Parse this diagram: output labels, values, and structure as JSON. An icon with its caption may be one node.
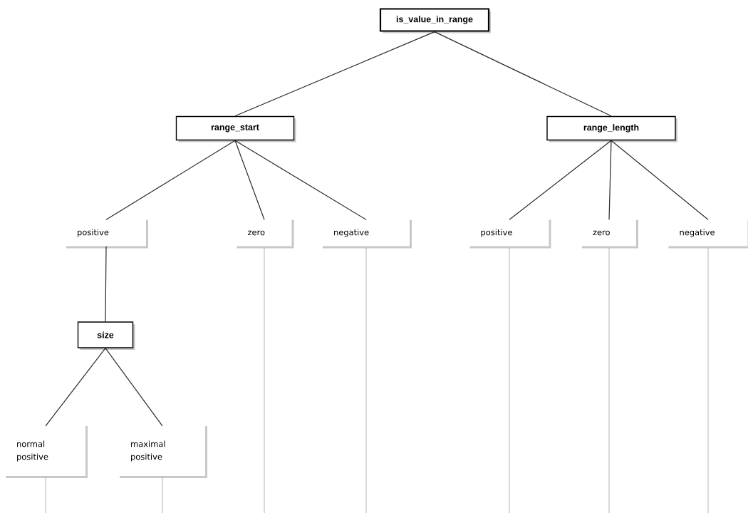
{
  "diagram": {
    "nodes": [
      {
        "text": [
          "is_value_in_range"
        ]
      },
      {
        "text": [
          "range_start"
        ]
      },
      {
        "text": [
          "range_length"
        ]
      },
      {
        "text": [
          "positive"
        ]
      },
      {
        "text": [
          "zero"
        ]
      },
      {
        "text": [
          "negative"
        ]
      },
      {
        "text": [
          "positive"
        ]
      },
      {
        "text": [
          "zero"
        ]
      },
      {
        "text": [
          "negative"
        ]
      },
      {
        "text": [
          "size"
        ]
      },
      {
        "text": [
          "normal positive"
        ]
      },
      {
        "text": [
          "maximal positive"
        ]
      }
    ],
    "edges": [
      {
        "from": 0,
        "to": 1,
        "arrow": "none"
      },
      {
        "from": 0,
        "to": 2,
        "arrow": "none"
      },
      {
        "from": 1,
        "to": 3,
        "arrow": "none"
      },
      {
        "from": 1,
        "to": 4,
        "arrow": "none"
      },
      {
        "from": 1,
        "to": 5,
        "arrow": "none"
      },
      {
        "from": 2,
        "to": 6,
        "arrow": "none"
      },
      {
        "from": 2,
        "to": 7,
        "arrow": "none"
      },
      {
        "from": 2,
        "to": 8,
        "arrow": "none"
      },
      {
        "from": 3,
        "to": 9,
        "arrow": "none"
      },
      {
        "from": 9,
        "to": 10,
        "arrow": "none"
      },
      {
        "from": 9,
        "to": 11,
        "arrow": "none"
      },
      {
        "from": 4,
        "to": null,
        "arrow": "none",
        "color": "#c0c0c0"
      },
      {
        "from": 5,
        "to": null,
        "arrow": "none",
        "color": "#c0c0c0"
      },
      {
        "from": 6,
        "to": null,
        "arrow": "none",
        "color": "#c0c0c0"
      },
      {
        "from": 7,
        "to": null,
        "arrow": "none",
        "color": "#c0c0c0"
      },
      {
        "from": 8,
        "to": null,
        "arrow": "none",
        "color": "#c0c0c0"
      },
      {
        "from": 10,
        "to": null,
        "arrow": "none",
        "color": "#c0c0c0"
      },
      {
        "from": 11,
        "to": null,
        "arrow": "none",
        "color": "#c0c0c0"
      }
    ]
  }
}
